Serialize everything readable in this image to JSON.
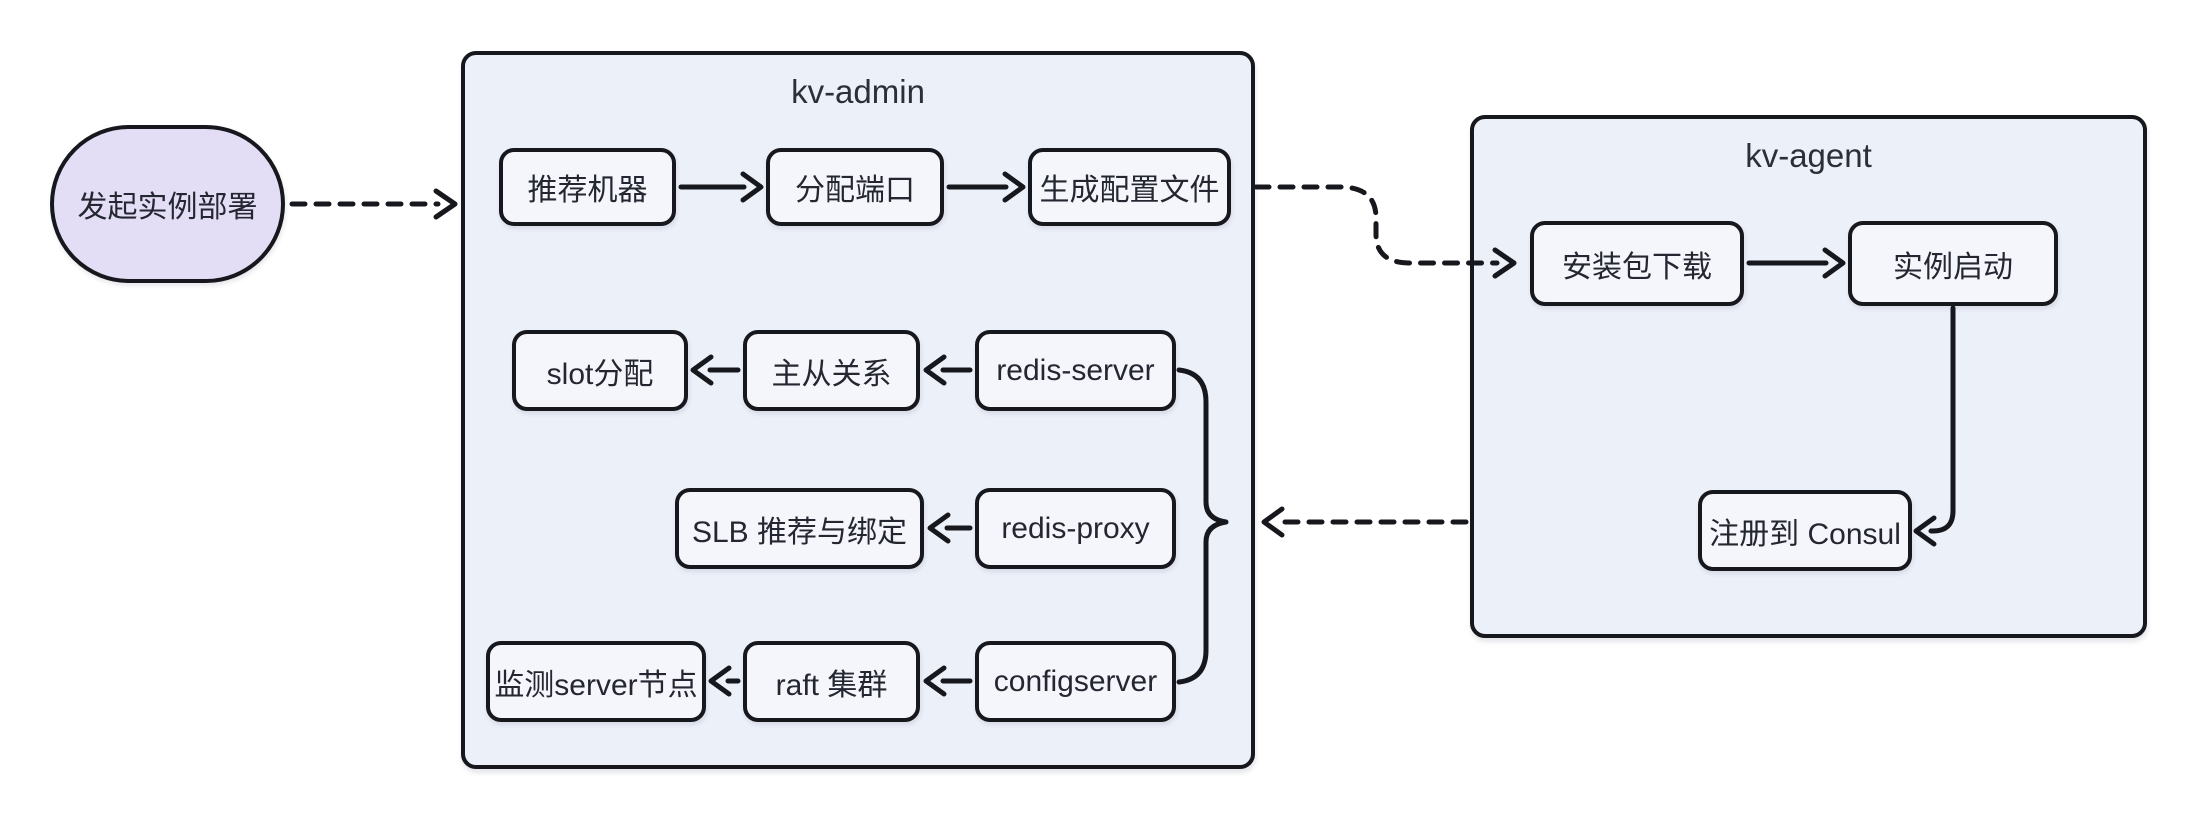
{
  "colors": {
    "page_bg": "#ffffff",
    "container_fill": "#ecf0f9",
    "node_fill": "#f5f6fb",
    "start_fill": "#e4ddf6",
    "stroke": "#17181d",
    "text": "#242731"
  },
  "start": {
    "label": "发起实例部署"
  },
  "kv_admin": {
    "title": "kv-admin",
    "nodes": {
      "recommend_machine": "推荐机器",
      "allocate_port": "分配端口",
      "generate_config": "生成配置文件",
      "slot_alloc": "slot分配",
      "master_slave": "主从关系",
      "redis_server": "redis-server",
      "slb_bind": "SLB 推荐与绑定",
      "redis_proxy": "redis-proxy",
      "monitor_server": "监测server节点",
      "raft_cluster": "raft 集群",
      "configserver": "configserver"
    }
  },
  "kv_agent": {
    "title": "kv-agent",
    "nodes": {
      "pkg_download": "安装包下载",
      "instance_start": "实例启动",
      "register_consul": "注册到 Consul"
    }
  },
  "edges": [
    {
      "from": "发起实例部署",
      "to": "kv-admin",
      "style": "dashed"
    },
    {
      "from": "推荐机器",
      "to": "分配端口",
      "style": "solid"
    },
    {
      "from": "分配端口",
      "to": "生成配置文件",
      "style": "solid"
    },
    {
      "from": "生成配置文件",
      "to": "安装包下载",
      "style": "dashed"
    },
    {
      "from": "redis-server",
      "to": "主从关系",
      "style": "solid"
    },
    {
      "from": "主从关系",
      "to": "slot分配",
      "style": "solid"
    },
    {
      "from": "redis-proxy",
      "to": "SLB 推荐与绑定",
      "style": "solid"
    },
    {
      "from": "configserver",
      "to": "raft 集群",
      "style": "solid"
    },
    {
      "from": "raft 集群",
      "to": "监测server节点",
      "style": "solid"
    },
    {
      "from": "redis-server|redis-proxy|configserver (brace)",
      "to": "kv-agent",
      "style": "dashed-left"
    },
    {
      "from": "安装包下载",
      "to": "实例启动",
      "style": "solid"
    },
    {
      "from": "实例启动",
      "to": "注册到 Consul",
      "style": "solid-elbow"
    }
  ]
}
